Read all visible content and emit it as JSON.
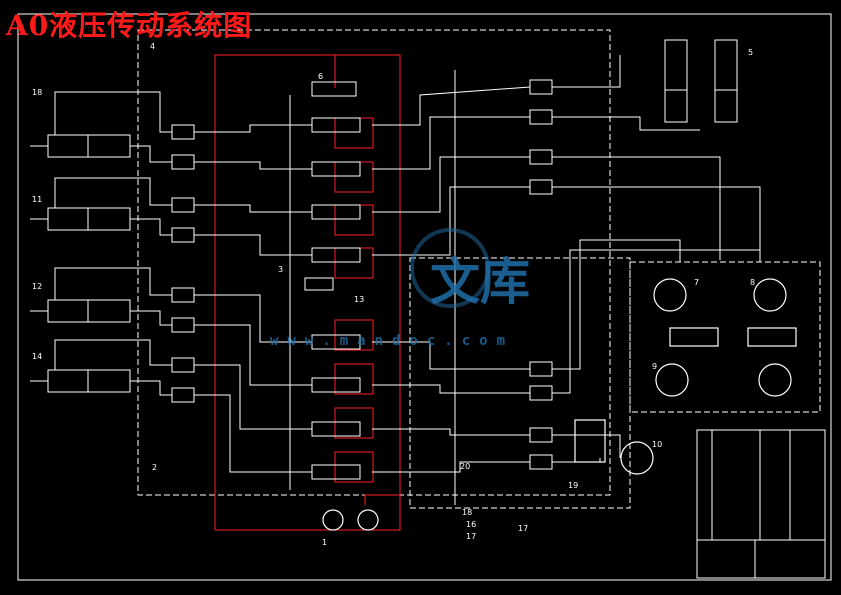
{
  "title": "A0液压传动系统图",
  "watermark": {
    "text": "文库",
    "url": "www.mandoc.com"
  },
  "labels": {
    "n1": "1",
    "n2": "2",
    "n3": "3",
    "n4": "4",
    "n5": "5",
    "n6": "6",
    "n7": "7",
    "n8": "8",
    "n9": "9",
    "n10": "10",
    "n11": "11",
    "n12": "12",
    "n13": "13",
    "n14": "14",
    "n16": "16",
    "n17a": "17",
    "n17b": "17",
    "n18a": "18",
    "n18b": "18",
    "n19": "19",
    "n20": "20"
  },
  "colors": {
    "background": "#000000",
    "line": "#ffffff",
    "pressure_line": "#ff2020",
    "title": "#ff1a1a",
    "watermark": "#1f6fa8"
  }
}
